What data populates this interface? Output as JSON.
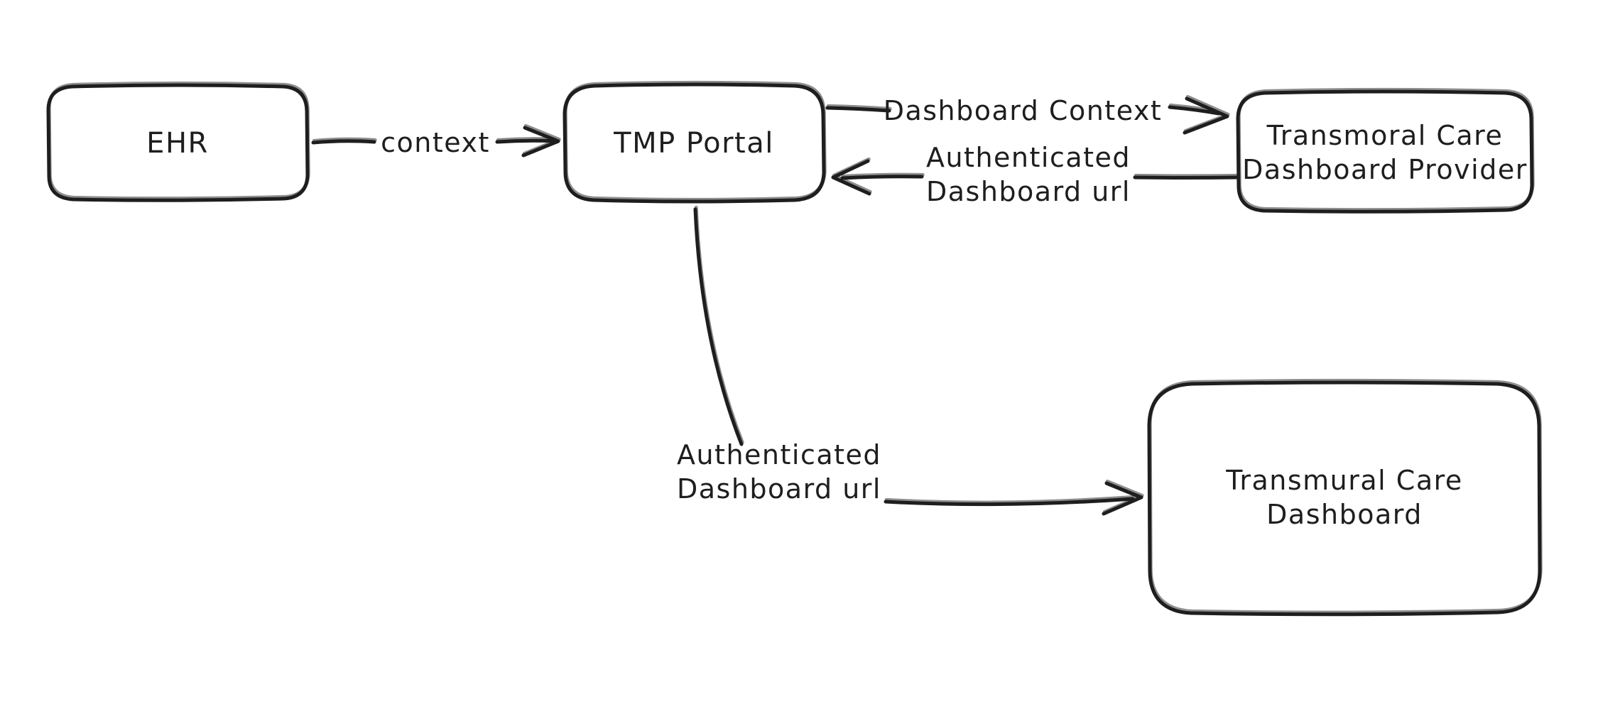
{
  "colors": {
    "ink": "#1e1e1e",
    "background": "#ffffff"
  },
  "nodes": {
    "ehr": {
      "label": "EHR"
    },
    "tmp_portal": {
      "label": "TMP Portal"
    },
    "provider": {
      "line1": "Transmoral Care",
      "line2": "Dashboard Provider"
    },
    "dashboard": {
      "line1": "Transmural Care",
      "line2": "Dashboard"
    }
  },
  "edges": {
    "ehr_to_portal": {
      "label": "context"
    },
    "portal_to_provider": {
      "label": "Dashboard Context"
    },
    "provider_to_portal": {
      "line1": "Authenticated",
      "line2": "Dashboard url"
    },
    "portal_to_dashboard": {
      "line1": "Authenticated",
      "line2": "Dashboard url"
    }
  }
}
